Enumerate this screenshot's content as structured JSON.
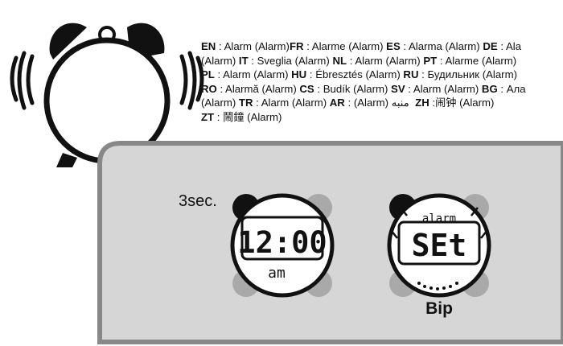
{
  "languages": [
    {
      "code": "EN",
      "word": "Alarm",
      "alarm": "(Alarm)"
    },
    {
      "code": "FR",
      "word": "Alarme",
      "alarm": "(Alarm)"
    },
    {
      "code": "ES",
      "word": "Alarma",
      "alarm": "(Alarm)"
    },
    {
      "code": "DE",
      "word": "Ala",
      "alarm": ""
    },
    {
      "code": "",
      "word": "",
      "alarm": "(Alarm)"
    },
    {
      "code": "IT",
      "word": "Sveglia",
      "alarm": "(Alarm)"
    },
    {
      "code": "NL",
      "word": "Alarm",
      "alarm": "(Alarm)"
    },
    {
      "code": "PT",
      "word": "Alarme",
      "alarm": "(Alarm)"
    },
    {
      "code": "PL",
      "word": "Alarm",
      "alarm": "(Alarm)"
    },
    {
      "code": "HU",
      "word": "Ébresztés",
      "alarm": "(Alarm)"
    },
    {
      "code": "RU",
      "word": "Будильник",
      "alarm": "(Alarm)"
    },
    {
      "code": "RO",
      "word": "Alarmă",
      "alarm": "(Alarm)"
    },
    {
      "code": "CS",
      "word": "Budík",
      "alarm": "(Alarm)"
    },
    {
      "code": "SV",
      "word": "Alarm",
      "alarm": "(Alarm)"
    },
    {
      "code": "BG",
      "word": "Ала",
      "alarm": ""
    },
    {
      "code": "",
      "word": "",
      "alarm": "(Alarm)"
    },
    {
      "code": "TR",
      "word": "Alarm",
      "alarm": "(Alarm)"
    },
    {
      "code": "AR",
      "word": "(Alarm)",
      "alarm": "منبه"
    },
    {
      "code": "ZH",
      "word": "闹钟",
      "alarm": "(Alarm)"
    },
    {
      "code": "ZT",
      "word": "鬧鐘",
      "alarm": "(Alarm)"
    }
  ],
  "hold_label": "3sec.",
  "watch1": {
    "time": "12:00",
    "period": "am"
  },
  "watch2": {
    "mode": "alarm",
    "status": "SEt"
  },
  "beep_label": "Bip",
  "colors": {
    "panel": "#d6d6d6",
    "panel_border": "#888888",
    "button_light": "#a9a9a9",
    "button_dark": "#111111",
    "ink": "#111111"
  }
}
